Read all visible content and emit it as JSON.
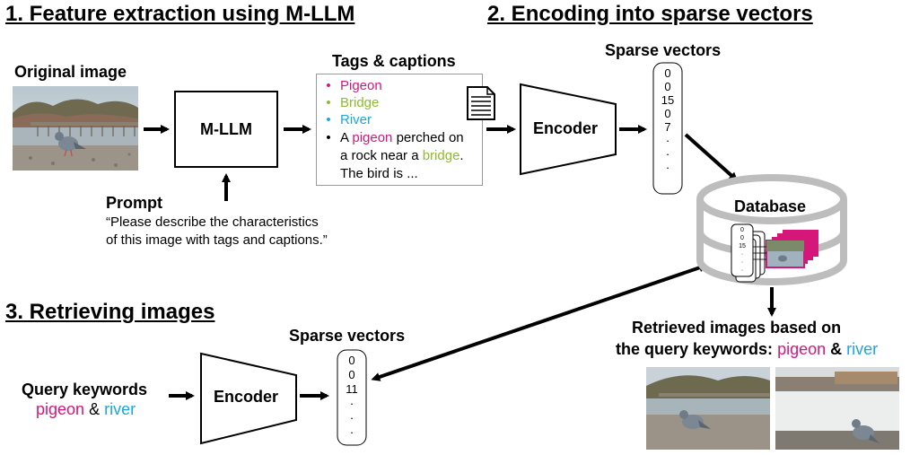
{
  "sections": {
    "s1": "1. Feature extraction using M-LLM",
    "s2": "2. Encoding into sparse vectors",
    "s3": "3. Retrieving images"
  },
  "original_image_label": "Original image",
  "mllm_label": "M-LLM",
  "prompt": {
    "title": "Prompt",
    "line1": "“Please describe the characteristics",
    "line2": "of this image with tags and captions.”"
  },
  "tags_captions": {
    "title": "Tags & captions",
    "tags": [
      {
        "text": "Pigeon",
        "color": "#d6177a"
      },
      {
        "text": "Bridge",
        "color": "#8dbb2c"
      },
      {
        "text": "River",
        "color": "#1ba6dd"
      }
    ],
    "caption": {
      "p1": "A ",
      "w1": "pigeon",
      "p2": " perched on",
      "p3": "a rock near a ",
      "w2": "bridge",
      "p4": ".",
      "line3": "The bird is ..."
    }
  },
  "encoder_label": "Encoder",
  "sparse_vectors_label": "Sparse vectors",
  "vector_top": [
    "0",
    "0",
    "15",
    "0",
    "7",
    "·",
    "·",
    "·"
  ],
  "vector_bottom": [
    "0",
    "0",
    "11",
    "·",
    "·",
    "·"
  ],
  "vector_db": [
    "0",
    "0",
    "15",
    "·",
    "·",
    "·"
  ],
  "database_label": "Database",
  "retrieved": {
    "line1": "Retrieved images based on",
    "line2_prefix": "the query keywords: ",
    "kw1": "pigeon",
    "amp": " & ",
    "kw2": "river"
  },
  "query": {
    "label": "Query keywords",
    "kw1": "pigeon",
    "amp": " & ",
    "kw2": "river"
  },
  "colors": {
    "magenta": "#d6177a",
    "green": "#8dbb2c",
    "cyan": "#1ba6dd",
    "db_gray": "#bdbdbd"
  }
}
